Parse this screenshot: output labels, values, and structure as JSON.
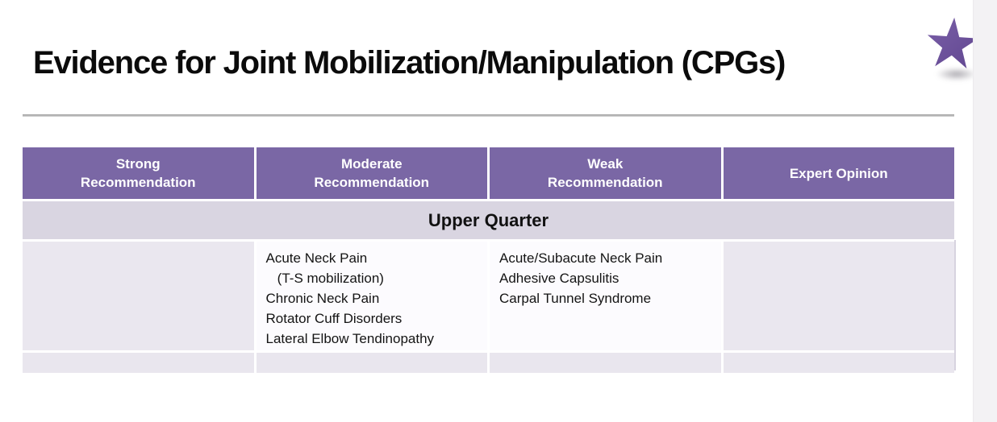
{
  "slide": {
    "title": "Evidence for Joint Mobilization/Manipulation (CPGs)",
    "decoration": {
      "star_icon": "purple-star",
      "star_color": "#6b5096",
      "accent_color": "#7a67a5",
      "section_band_color": "#d9d5e1",
      "shaded_cell_color": "#eae7ef"
    }
  },
  "table": {
    "section_title": "Upper Quarter",
    "columns": [
      {
        "header": [
          "Strong",
          "Recommendation"
        ],
        "items": []
      },
      {
        "header": [
          "Moderate",
          "Recommendation"
        ],
        "items": [
          "Acute Neck Pain",
          "   (T-S mobilization)",
          "Chronic Neck Pain",
          "Rotator Cuff Disorders",
          "Lateral Elbow Tendinopathy"
        ]
      },
      {
        "header": [
          "Weak",
          "Recommendation"
        ],
        "items": [
          "Acute/Subacute Neck Pain",
          "Adhesive Capsulitis",
          "Carpal Tunnel Syndrome"
        ]
      },
      {
        "header": [
          "Expert Opinion"
        ],
        "items": []
      }
    ]
  }
}
